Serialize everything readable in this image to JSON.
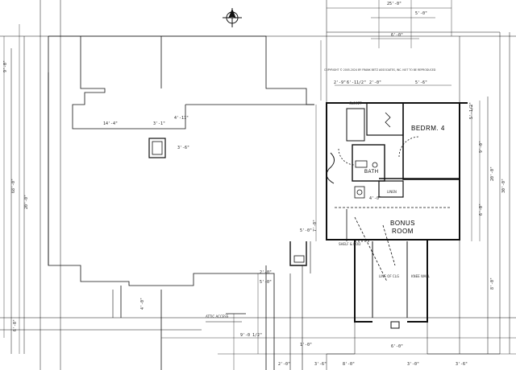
{
  "plan": {
    "copyright": "COPYRIGHT © 2005-2024 BY FRANK BETZ ASSOCIATES, INC. NOT TO BE REPRODUCED",
    "rooms": {
      "bedroom4": "BEDRM. 4",
      "bath": "BATH",
      "bonus_line1": "BONUS",
      "bonus_line2": "ROOM"
    },
    "dimensions": {
      "top_overall": "25'-0\"",
      "top_inner": "5'-0\"",
      "top_right": "6'-0\"",
      "left_overall": "68'-0\"",
      "left_a": "9'-0\"",
      "left_b": "20'-0\"",
      "left_c": "6'-0\"",
      "roof_width": "14'-4\"",
      "chimney_w": "3'-1\"",
      "chimney_h": "4'-11\"",
      "chimney_d": "3'-6\"",
      "br_top_a": "2'-9\"",
      "br_top_b": "6'-11/2\"",
      "br_top_c": "2'-0\"",
      "br_top_d": "5'-6\"",
      "br_right_a": "5'-1/2\"",
      "br_right_b": "9'-0\"",
      "br_right_c": "20'-0\"",
      "br_right_d": "30'-0\"",
      "bonus_left": "7'-0\"",
      "bonus_right": "6'-0\"",
      "dormer_a": "2'-0\"",
      "dormer_b": "5'-0\"",
      "bottom_a": "9'-0 1/2\"",
      "bottom_b": "1'-0\"",
      "bottom_c": "2'-0\"",
      "bottom_d": "8'-0\"",
      "bottom_e": "6'-0\"",
      "bottom_f": "3'-6\"",
      "bottom_g": "3'-0\"",
      "bottom_h": "3'-6\"",
      "right_low": "8'-0\"",
      "left_low": "4'-0\"",
      "stair_a": "5'-0\"",
      "stair_b": "4'-0\""
    },
    "notes": {
      "closet": "CLOSET",
      "linen": "LINEN",
      "attic_access": "ATTIC ACCESS",
      "shelf": "SHELF & ROD",
      "line_of_clg": "LINE OF CLG",
      "knee_wall": "KNEE WALL"
    }
  }
}
